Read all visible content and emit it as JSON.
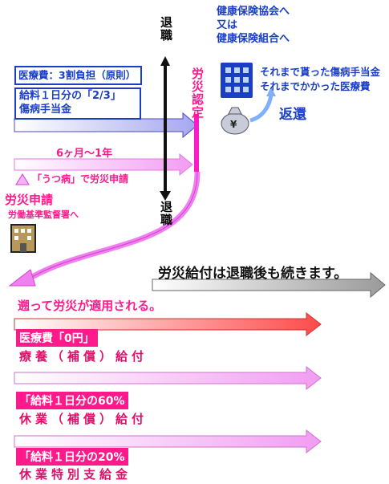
{
  "retire_top": "退職",
  "retire_bottom": "退職",
  "rousai_nintei": "労災認定",
  "kyokai": {
    "line1": "健康保険協会へ",
    "line2": "又は",
    "line3": "健康保険組合へ"
  },
  "already_received": {
    "line1": "それまで貰った傷病手当金",
    "line2": "それまでかかった医療費"
  },
  "henkan": "返還",
  "medical_box": "医療費：3割負担（原則）",
  "salary_box": {
    "line1": "給料１日分の「2/3」",
    "line2": "傷病手当金"
  },
  "period": "6ヶ月〜1年",
  "utsu_apply": "「うつ病」で労災申請",
  "rousai_apply": {
    "title": "労災申請",
    "sub": "労働基準監督署へ"
  },
  "continue_text": "労災給付は退職後も続きます。",
  "applied_text": "遡って労災が適用される。",
  "benefits": [
    {
      "label": "医療費「0円」",
      "name": "療養（補償）給付"
    },
    {
      "label": "「給料１日分の60%",
      "name": "休業（補償）給付"
    },
    {
      "label": "「給料１日分の20%",
      "name": "休業特別支給金"
    }
  ],
  "colors": {
    "blue": "#1a3fc4",
    "pink": "#ff1a8c",
    "magenta": "#e040e0",
    "red": "#e0106a"
  }
}
